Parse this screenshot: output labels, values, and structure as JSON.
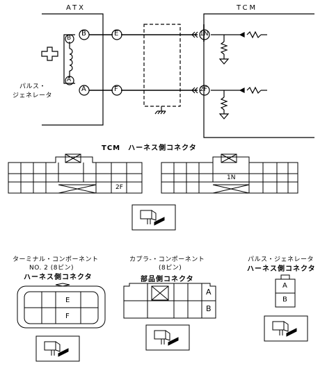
{
  "schematic": {
    "atx_label": "ATX",
    "tcm_label": "TCM",
    "pulse_generator_label_line1": "パルス・",
    "pulse_generator_label_line2": "ジェネレータ",
    "pin_b_top": "B",
    "pin_b_coil": "B",
    "pin_a_coil": "A",
    "pin_a_bottom": "A",
    "pin_e": "E",
    "pin_f": "F",
    "pin_1n": "1N",
    "pin_2f": "2F"
  },
  "tcm_harness": {
    "title": "TCM　ハーネス側コネクタ",
    "pin_2f": "2F",
    "pin_1n": "1N"
  },
  "terminal_component": {
    "line1": "ターミナル・コンポーネント",
    "line2": "NO. 2 (8ピン)",
    "line3": "ハーネス側コネクタ",
    "pin_e": "E",
    "pin_f": "F"
  },
  "coupler_component": {
    "line1": "カプラ-・コンポーネント",
    "line2": "(8ピン)",
    "line3": "部品側コネクタ",
    "pin_a": "A",
    "pin_b": "B"
  },
  "pulse_generator_connector": {
    "line1": "パルス・ジェネレータ",
    "line2": "ハーネス側コネクタ",
    "pin_a": "A",
    "pin_b": "B"
  }
}
